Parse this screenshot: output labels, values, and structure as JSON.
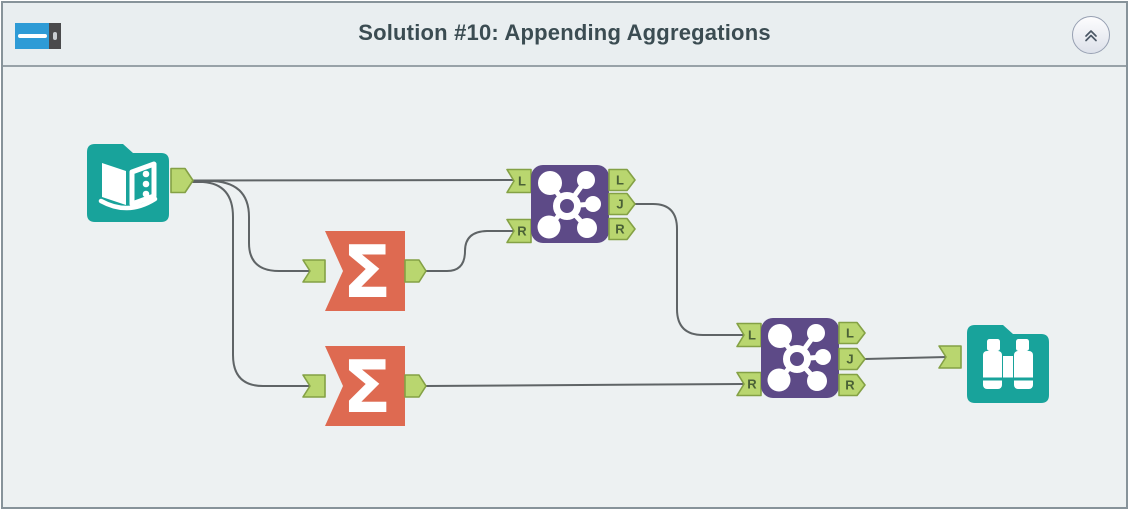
{
  "titlebar": {
    "title": "Solution #10: Appending Aggregations"
  },
  "ports": {
    "left": "L",
    "join": "J",
    "right": "R"
  },
  "icons": {
    "container_toggle": "container-toggle-icon",
    "collapse": "chevron-double-up-icon",
    "input_data": "open-book-icon",
    "summarize_sigma": "Σ",
    "join": "molecule-icon",
    "browse": "binoculars-icon",
    "output_anchor": "green-arrow-tag",
    "input_anchor": "green-swallowtail-flag"
  },
  "colors": {
    "tool_teal": "#18A39B",
    "tool_orange": "#DE6A51",
    "tool_purple": "#5D4A87",
    "anchor_green": "#B9D66F",
    "anchor_border": "#84A145",
    "port_letter": "#4A6136",
    "wire_gray": "#5F6466",
    "title_text": "#3B4C52",
    "canvas_bg": "#EDF1F2",
    "toggle_blue": "#2E9BD6"
  }
}
